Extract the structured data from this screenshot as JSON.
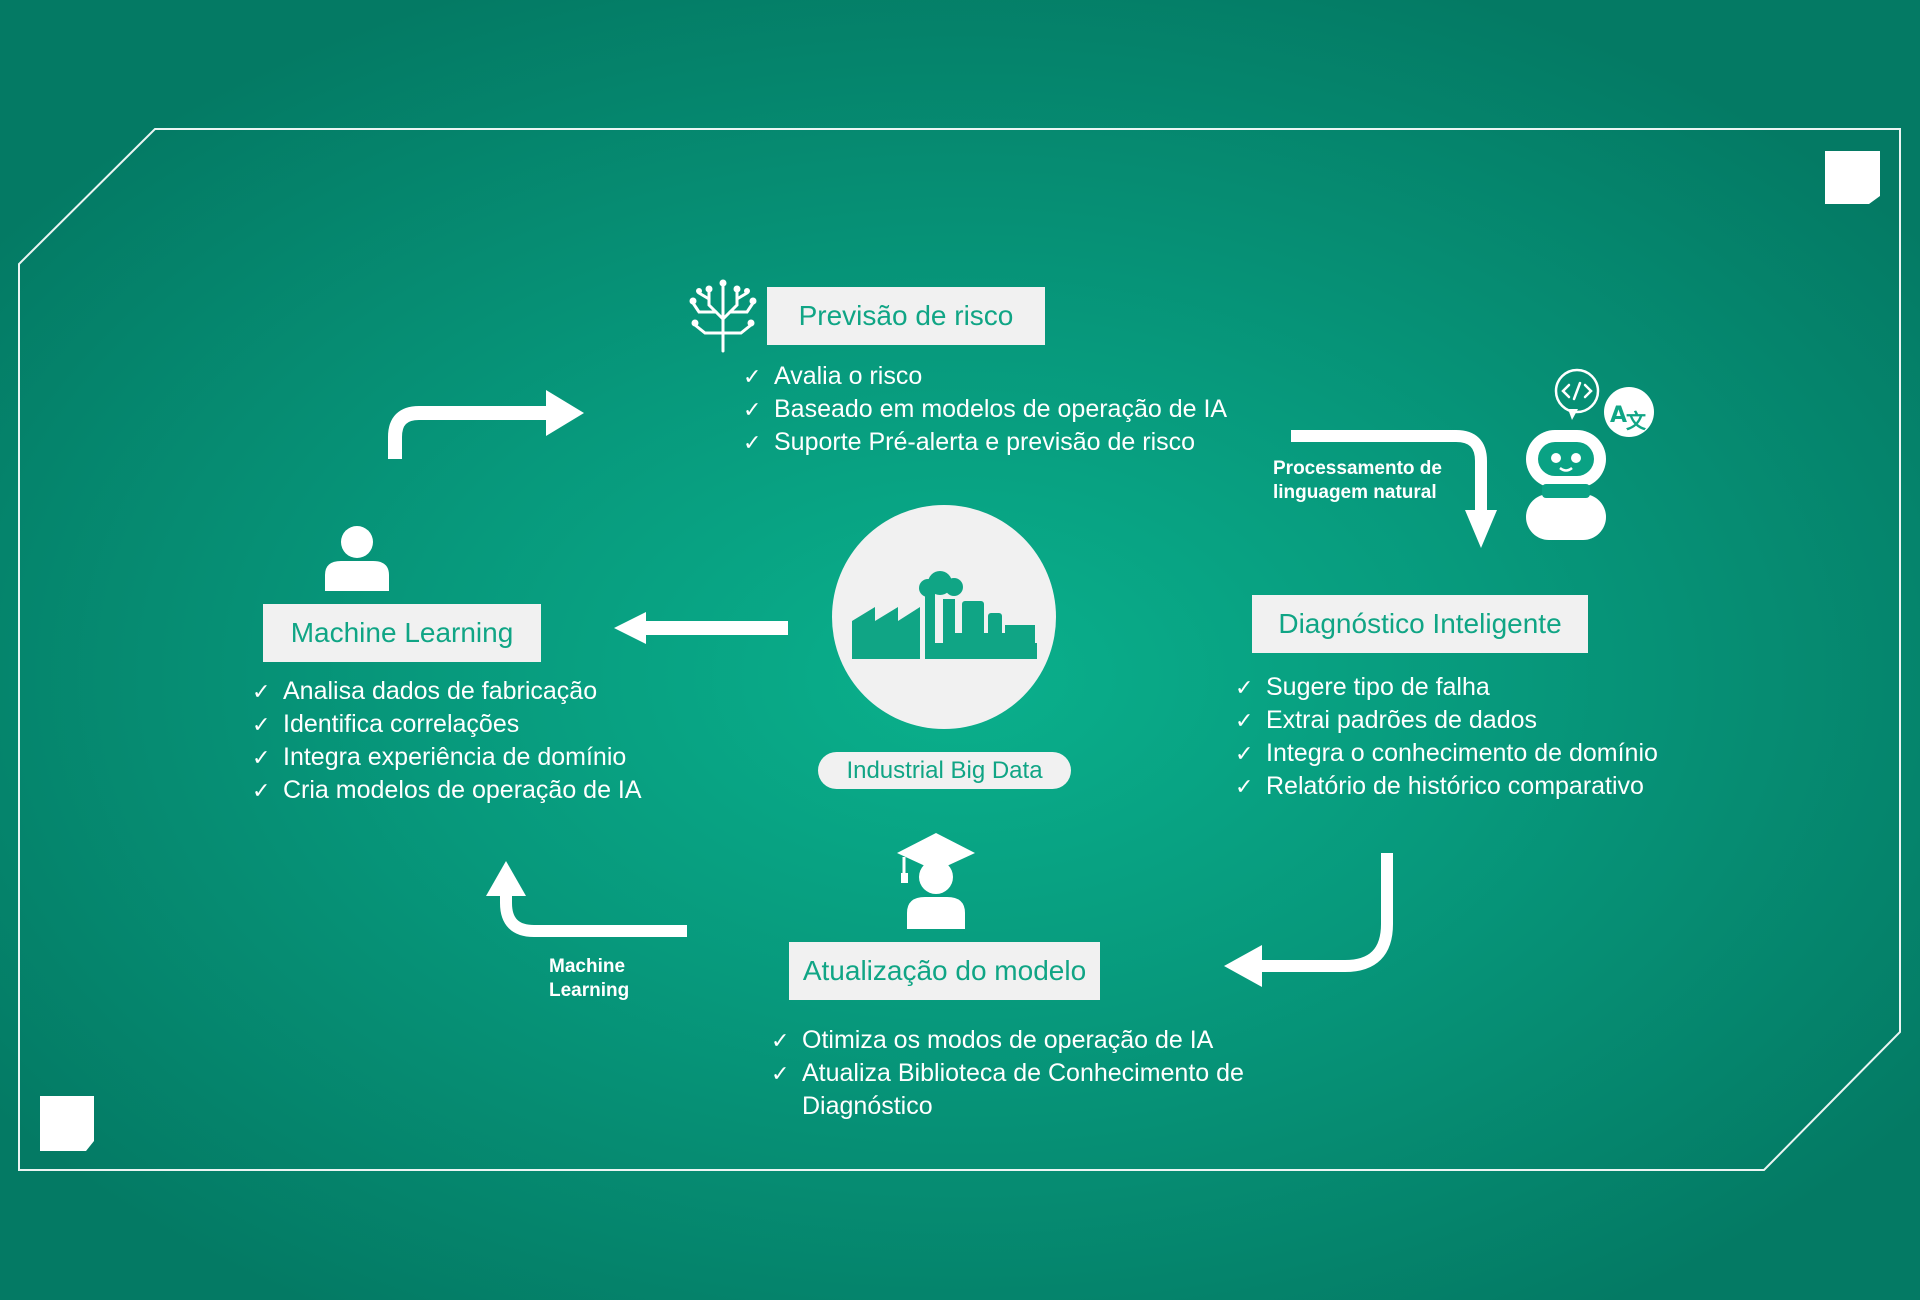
{
  "center": {
    "label": "Industrial Big Data",
    "icon": "factory-icon"
  },
  "risk_forecast": {
    "title": "Previsão de risco",
    "icon": "ai-tree-icon",
    "items": [
      "Avalia o risco",
      "Baseado em modelos de operação de IA",
      "Suporte Pré-alerta e previsão de risco"
    ]
  },
  "smart_diagnosis": {
    "title": "Diagnóstico Inteligente",
    "icon": "chatbot-icon",
    "items": [
      "Sugere tipo de falha",
      "Extrai padrões de dados",
      "Integra o conhecimento de domínio",
      "Relatório de histórico comparativo"
    ]
  },
  "model_update": {
    "title": "Atualização do modelo",
    "icon": "graduate-icon",
    "items": [
      "Otimiza os modos de operação de IA",
      "Atualiza Biblioteca de Conhecimento de",
      "Diagnóstico"
    ]
  },
  "machine_learning": {
    "title": "Machine Learning",
    "icon": "person-icon",
    "items": [
      "Analisa dados de fabricação",
      "Identifica correlações",
      "Integra experiência de domínio",
      "Cria modelos de operação de IA"
    ]
  },
  "arrow_captions": {
    "nlp_line1": "Processamento de",
    "nlp_line2": "linguagem natural",
    "ml_line1": "Machine",
    "ml_line2": "Learning"
  },
  "check_mark": "✓",
  "colors": {
    "background_center": "#0ab08c",
    "background_edge": "#047a64",
    "label_box": "#f1f1f1",
    "label_text": "#10a585",
    "line": "#ffffff"
  }
}
